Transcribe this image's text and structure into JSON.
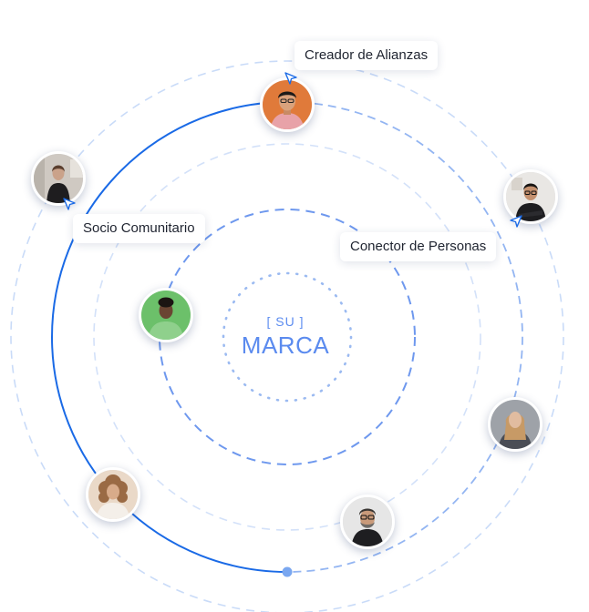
{
  "center": {
    "sub_label": "[ SU ]",
    "main_label": "MARCA"
  },
  "colors": {
    "accent": "#1a6ae6",
    "ring_light": "#c6d8f8",
    "ring_mid": "#5b8bef",
    "text": "#1f2430"
  },
  "roles": [
    {
      "label": "Creador de Alianzas"
    },
    {
      "label": "Socio Comunitario"
    },
    {
      "label": "Conector de Personas"
    }
  ],
  "people": [
    {
      "icon": "person-orange-shirt-icon"
    },
    {
      "icon": "person-dark-sweater-icon"
    },
    {
      "icon": "person-glasses-arms-crossed-icon"
    },
    {
      "icon": "person-green-sweater-icon"
    },
    {
      "icon": "person-long-hair-jacket-icon"
    },
    {
      "icon": "person-curly-hair-icon"
    },
    {
      "icon": "person-gray-beard-glasses-icon"
    }
  ]
}
